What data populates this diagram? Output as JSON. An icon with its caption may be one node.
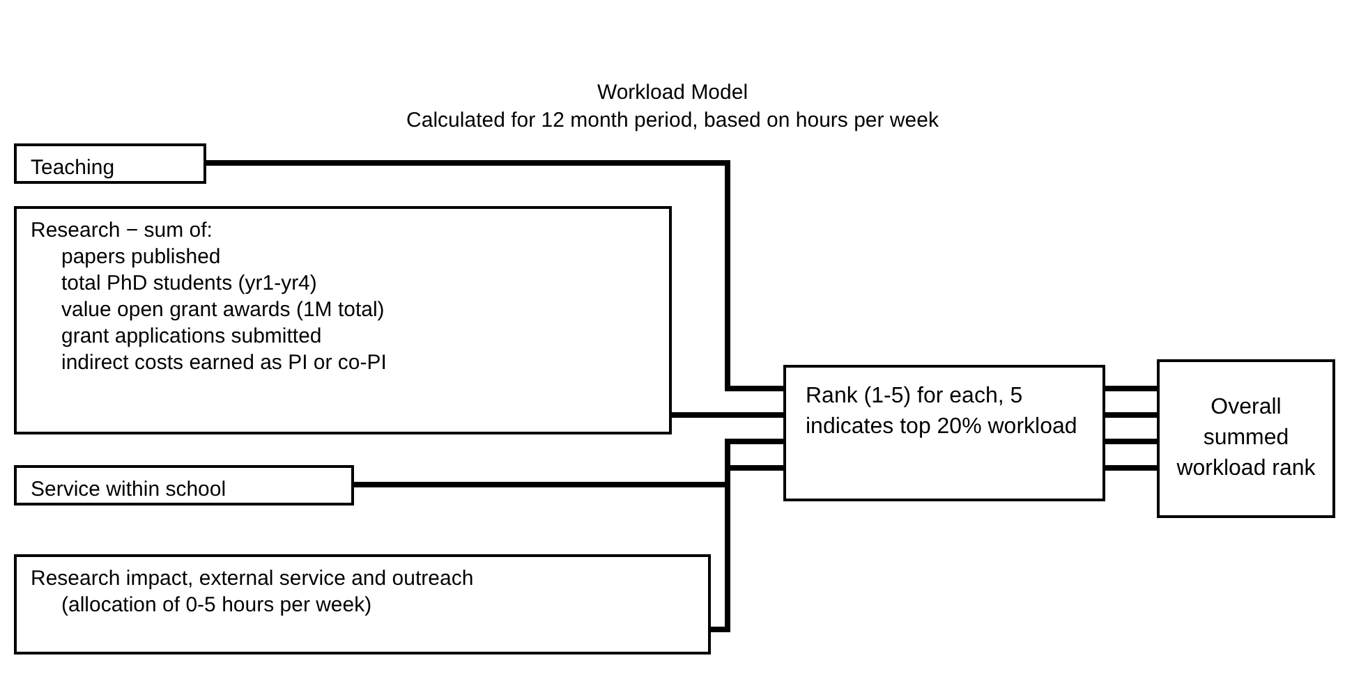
{
  "diagram": {
    "title": "Workload Model",
    "nodes": [
      {
        "text": [
          "Teaching"
        ]
      },
      {
        "text": [
          "Research − sum of:",
          "papers published",
          "total PhD students (yr1-yr4)",
          "value open grant awards (1M total)",
          "grant applications submitted",
          "indirect costs earned as PI or co-PI"
        ]
      },
      {
        "text": [
          "Service within school"
        ]
      },
      {
        "text": [
          "Research impact, external service and outreach",
          "(allocation of 0-5 hours per week)"
        ]
      },
      {
        "text": [
          "Rank (1-5) for each, 5 indicates top 20% workload"
        ]
      },
      {
        "text": [
          "Overall summed workload rank"
        ]
      }
    ],
    "edges": [
      {
        "from": 0,
        "to": 4,
        "arrow": "none"
      },
      {
        "from": 1,
        "to": 4,
        "arrow": "none"
      },
      {
        "from": 2,
        "to": 4,
        "arrow": "none"
      },
      {
        "from": 3,
        "to": 4,
        "arrow": "none"
      },
      {
        "from": 4,
        "to": 5,
        "arrow": "none"
      },
      {
        "from": 4,
        "to": 5,
        "arrow": "none"
      },
      {
        "from": 4,
        "to": 5,
        "arrow": "none"
      },
      {
        "from": 4,
        "to": 5,
        "arrow": "none"
      }
    ],
    "labels": [
      "Calculated for 12 month period, based on hours per week"
    ]
  }
}
